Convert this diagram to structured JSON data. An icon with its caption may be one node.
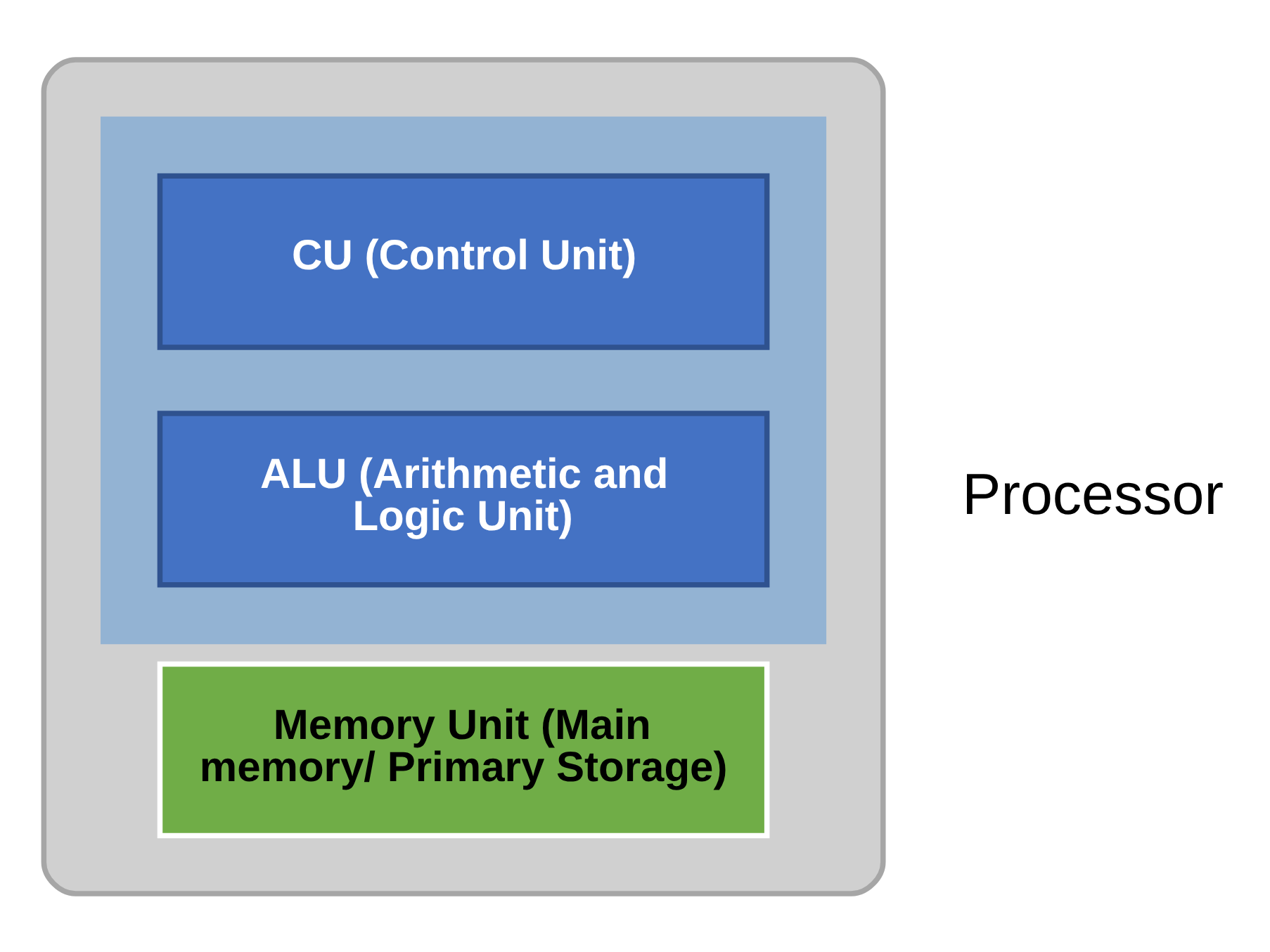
{
  "diagram": {
    "nodes": [
      {
        "text": [],
        "shape": "box"
      },
      {
        "text": [],
        "shape": "box",
        "in": 0,
        "beside": [
          "Processor"
        ]
      },
      {
        "text": [
          "CU (Control Unit)"
        ],
        "in": 1
      },
      {
        "text": [
          "ALU (Arithmetic and Logic Unit)"
        ],
        "in": 1
      },
      {
        "text": [
          "Memory Unit (Main memory/ Primary Storage)"
        ],
        "in": 0
      }
    ]
  }
}
